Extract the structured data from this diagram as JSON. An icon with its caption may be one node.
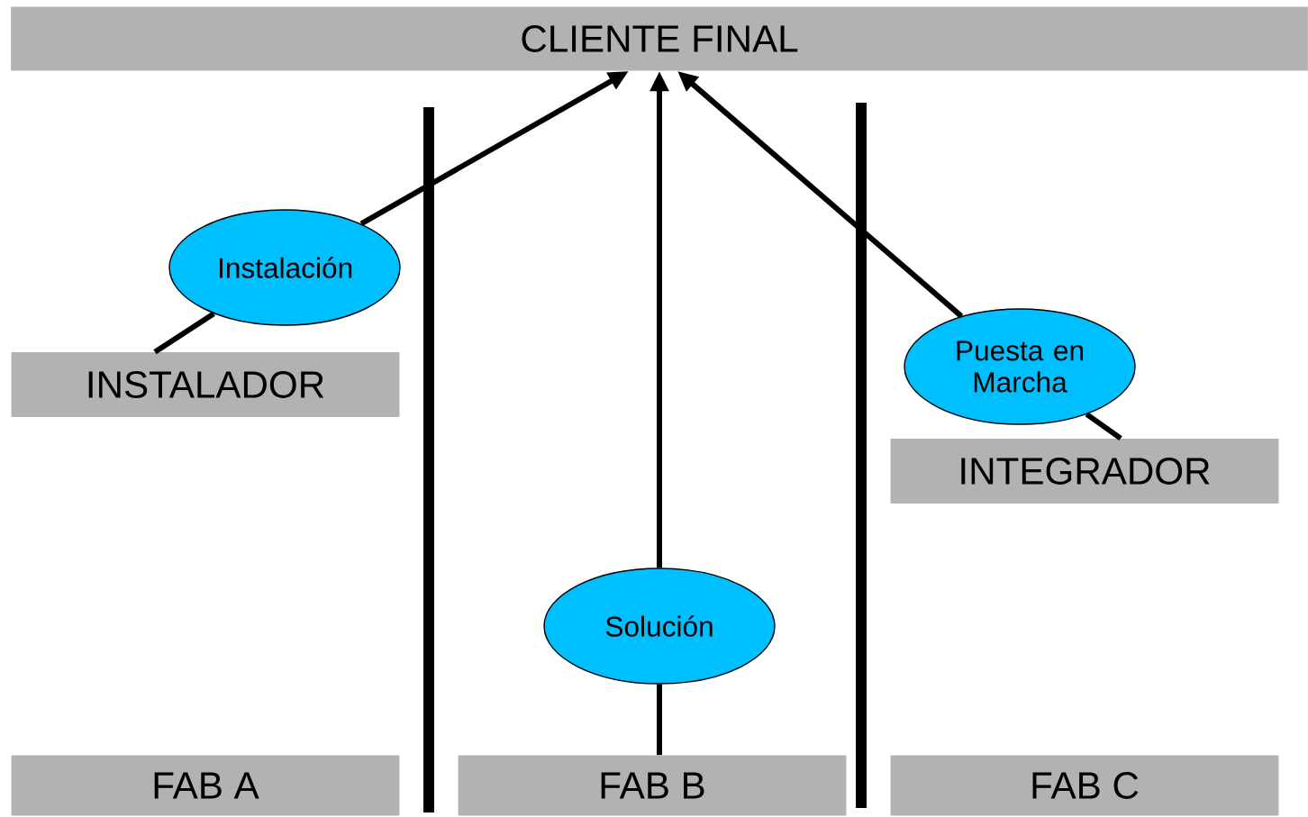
{
  "diagram": {
    "nodes": [
      {
        "text": [
          "CLIENTE FINAL"
        ]
      },
      {
        "text": [
          "INSTALADOR"
        ]
      },
      {
        "text": [
          "Instalación"
        ]
      },
      {
        "text": [
          "INTEGRADOR"
        ]
      },
      {
        "text": [
          "Puesta en Marcha"
        ]
      },
      {
        "text": [
          "FAB A"
        ]
      },
      {
        "text": [
          "FAB B"
        ]
      },
      {
        "text": [
          "Solución"
        ]
      },
      {
        "text": [
          "FAB C"
        ]
      }
    ],
    "edges": [
      {
        "from": 1,
        "to": 2,
        "arrow": "none"
      },
      {
        "from": 2,
        "to": 0,
        "arrow": "to"
      },
      {
        "from": 6,
        "to": 7,
        "arrow": "none"
      },
      {
        "from": 7,
        "to": 0,
        "arrow": "to"
      },
      {
        "from": 3,
        "to": 4,
        "arrow": "none"
      },
      {
        "from": 4,
        "to": 0,
        "arrow": "to"
      }
    ]
  }
}
